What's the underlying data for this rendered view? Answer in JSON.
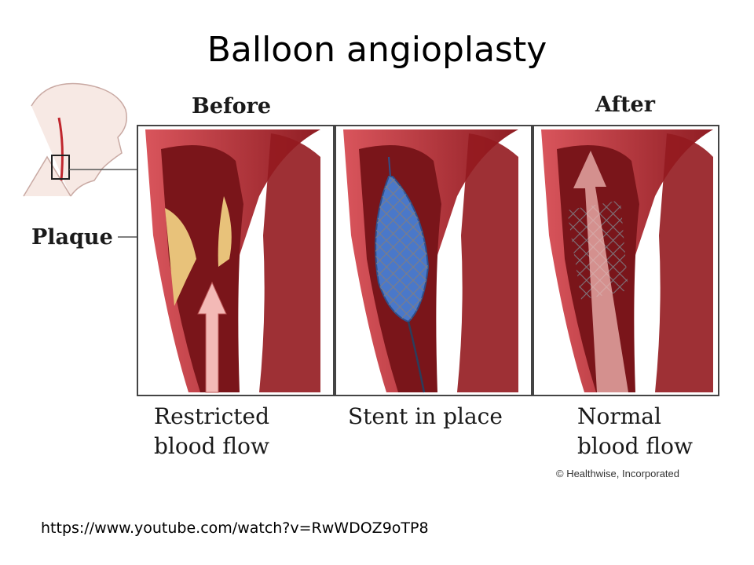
{
  "slide": {
    "title": "Balloon angioplasty",
    "url": "https://www.youtube.com/watch?v=RwWDOZ9oTP8"
  },
  "diagram": {
    "label_before": "Before",
    "label_after": "After",
    "label_plaque": "Plaque",
    "panels": [
      {
        "caption_line1": "Restricted",
        "caption_line2": "blood flow"
      },
      {
        "caption_line1": "Stent in place",
        "caption_line2": ""
      },
      {
        "caption_line1": "Normal",
        "caption_line2": "blood flow"
      }
    ],
    "credit": "© Healthwise, Incorporated"
  },
  "colors": {
    "vessel_dark": "#6e1216",
    "vessel_wall": "#b8323a",
    "plaque": "#e8c27a",
    "stent_blue": "#4a78c9",
    "arrow": "#f3b9b6"
  }
}
